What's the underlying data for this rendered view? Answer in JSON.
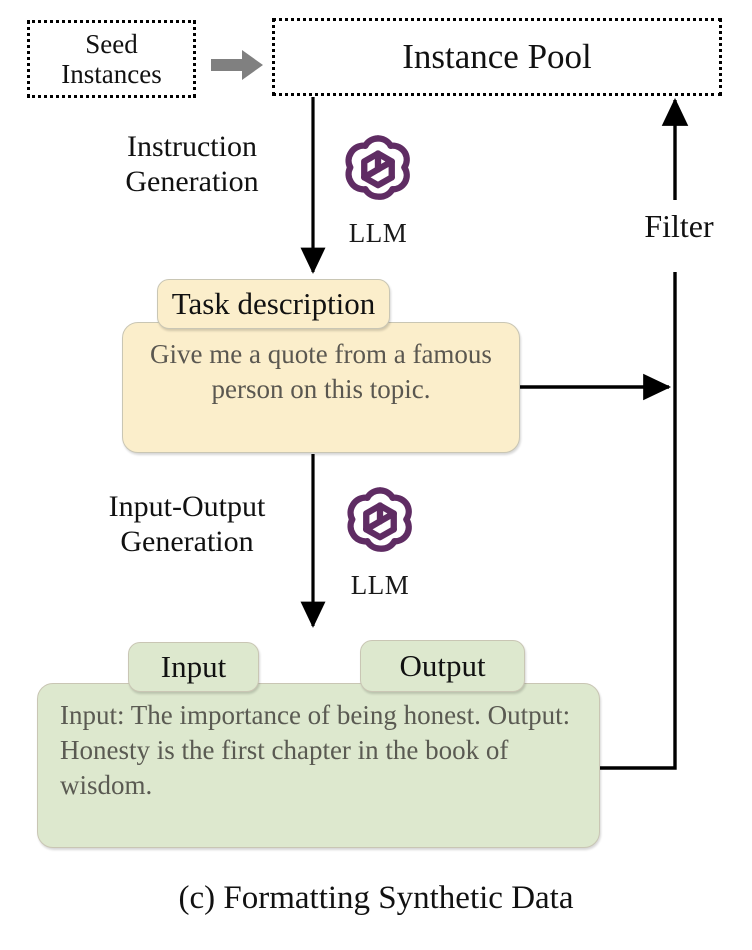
{
  "figure": {
    "caption": "(c) Formatting Synthetic Data",
    "colors": {
      "task_box_fill": "#FBEECB",
      "io_box_fill": "#DDE8CE",
      "box_border": "#C9C6B4",
      "llm_logo": "#5F2C63",
      "block_arrow": "#808080",
      "connector": "#000000",
      "text": "#111111",
      "body_text": "#5A5750"
    }
  },
  "nodes": {
    "seed_instances": {
      "label": "Seed\nInstances",
      "style": "dotted"
    },
    "instance_pool": {
      "label": "Instance Pool",
      "style": "dotted"
    },
    "task_description": {
      "tab_label": "Task description",
      "body_text": "Give me a quote from a famous person on this topic."
    },
    "input_output": {
      "input_tab_label": "Input",
      "output_tab_label": "Output",
      "body_text": "Input: The importance of being honest.\nOutput: Honesty is the first chapter in the book of wisdom."
    }
  },
  "edges": {
    "instruction_generation": {
      "label": "Instruction\nGeneration",
      "model_caption": "LLM",
      "model_icon": "openai-flower-icon"
    },
    "input_output_generation": {
      "label": "Input-Output\nGeneration",
      "model_caption": "LLM",
      "model_icon": "openai-flower-icon"
    },
    "filter": {
      "label": "Filter"
    },
    "seed_to_pool": {
      "icon": "block-arrow-right-icon"
    }
  }
}
